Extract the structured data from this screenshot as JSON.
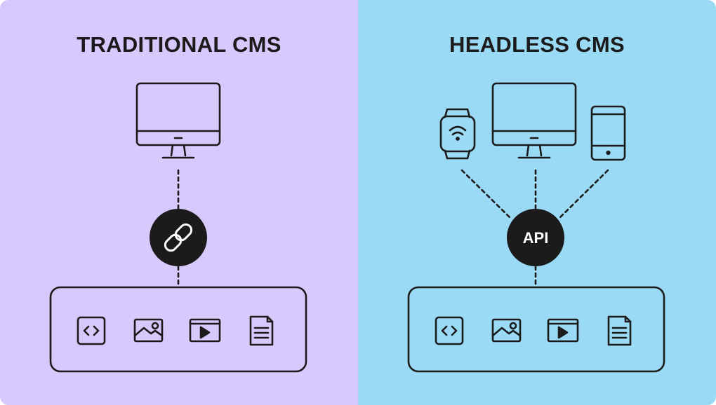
{
  "colors": {
    "traditional_bg": "#d8c9fd",
    "headless_bg": "#9bdaf5",
    "ink": "#1b1b1b",
    "badge_fill": "#1b1b1b",
    "badge_text": "#ffffff"
  },
  "traditional": {
    "title": "TRADITIONAL CMS",
    "devices": [
      "desktop-monitor-icon"
    ],
    "connector": "link-icon",
    "content_icons": [
      "code-icon",
      "image-icon",
      "video-icon",
      "document-icon"
    ]
  },
  "headless": {
    "title": "HEADLESS CMS",
    "devices": [
      "smartwatch-icon",
      "desktop-monitor-icon",
      "smartphone-icon"
    ],
    "connector_label": "API",
    "content_icons": [
      "code-icon",
      "image-icon",
      "video-icon",
      "document-icon"
    ]
  }
}
